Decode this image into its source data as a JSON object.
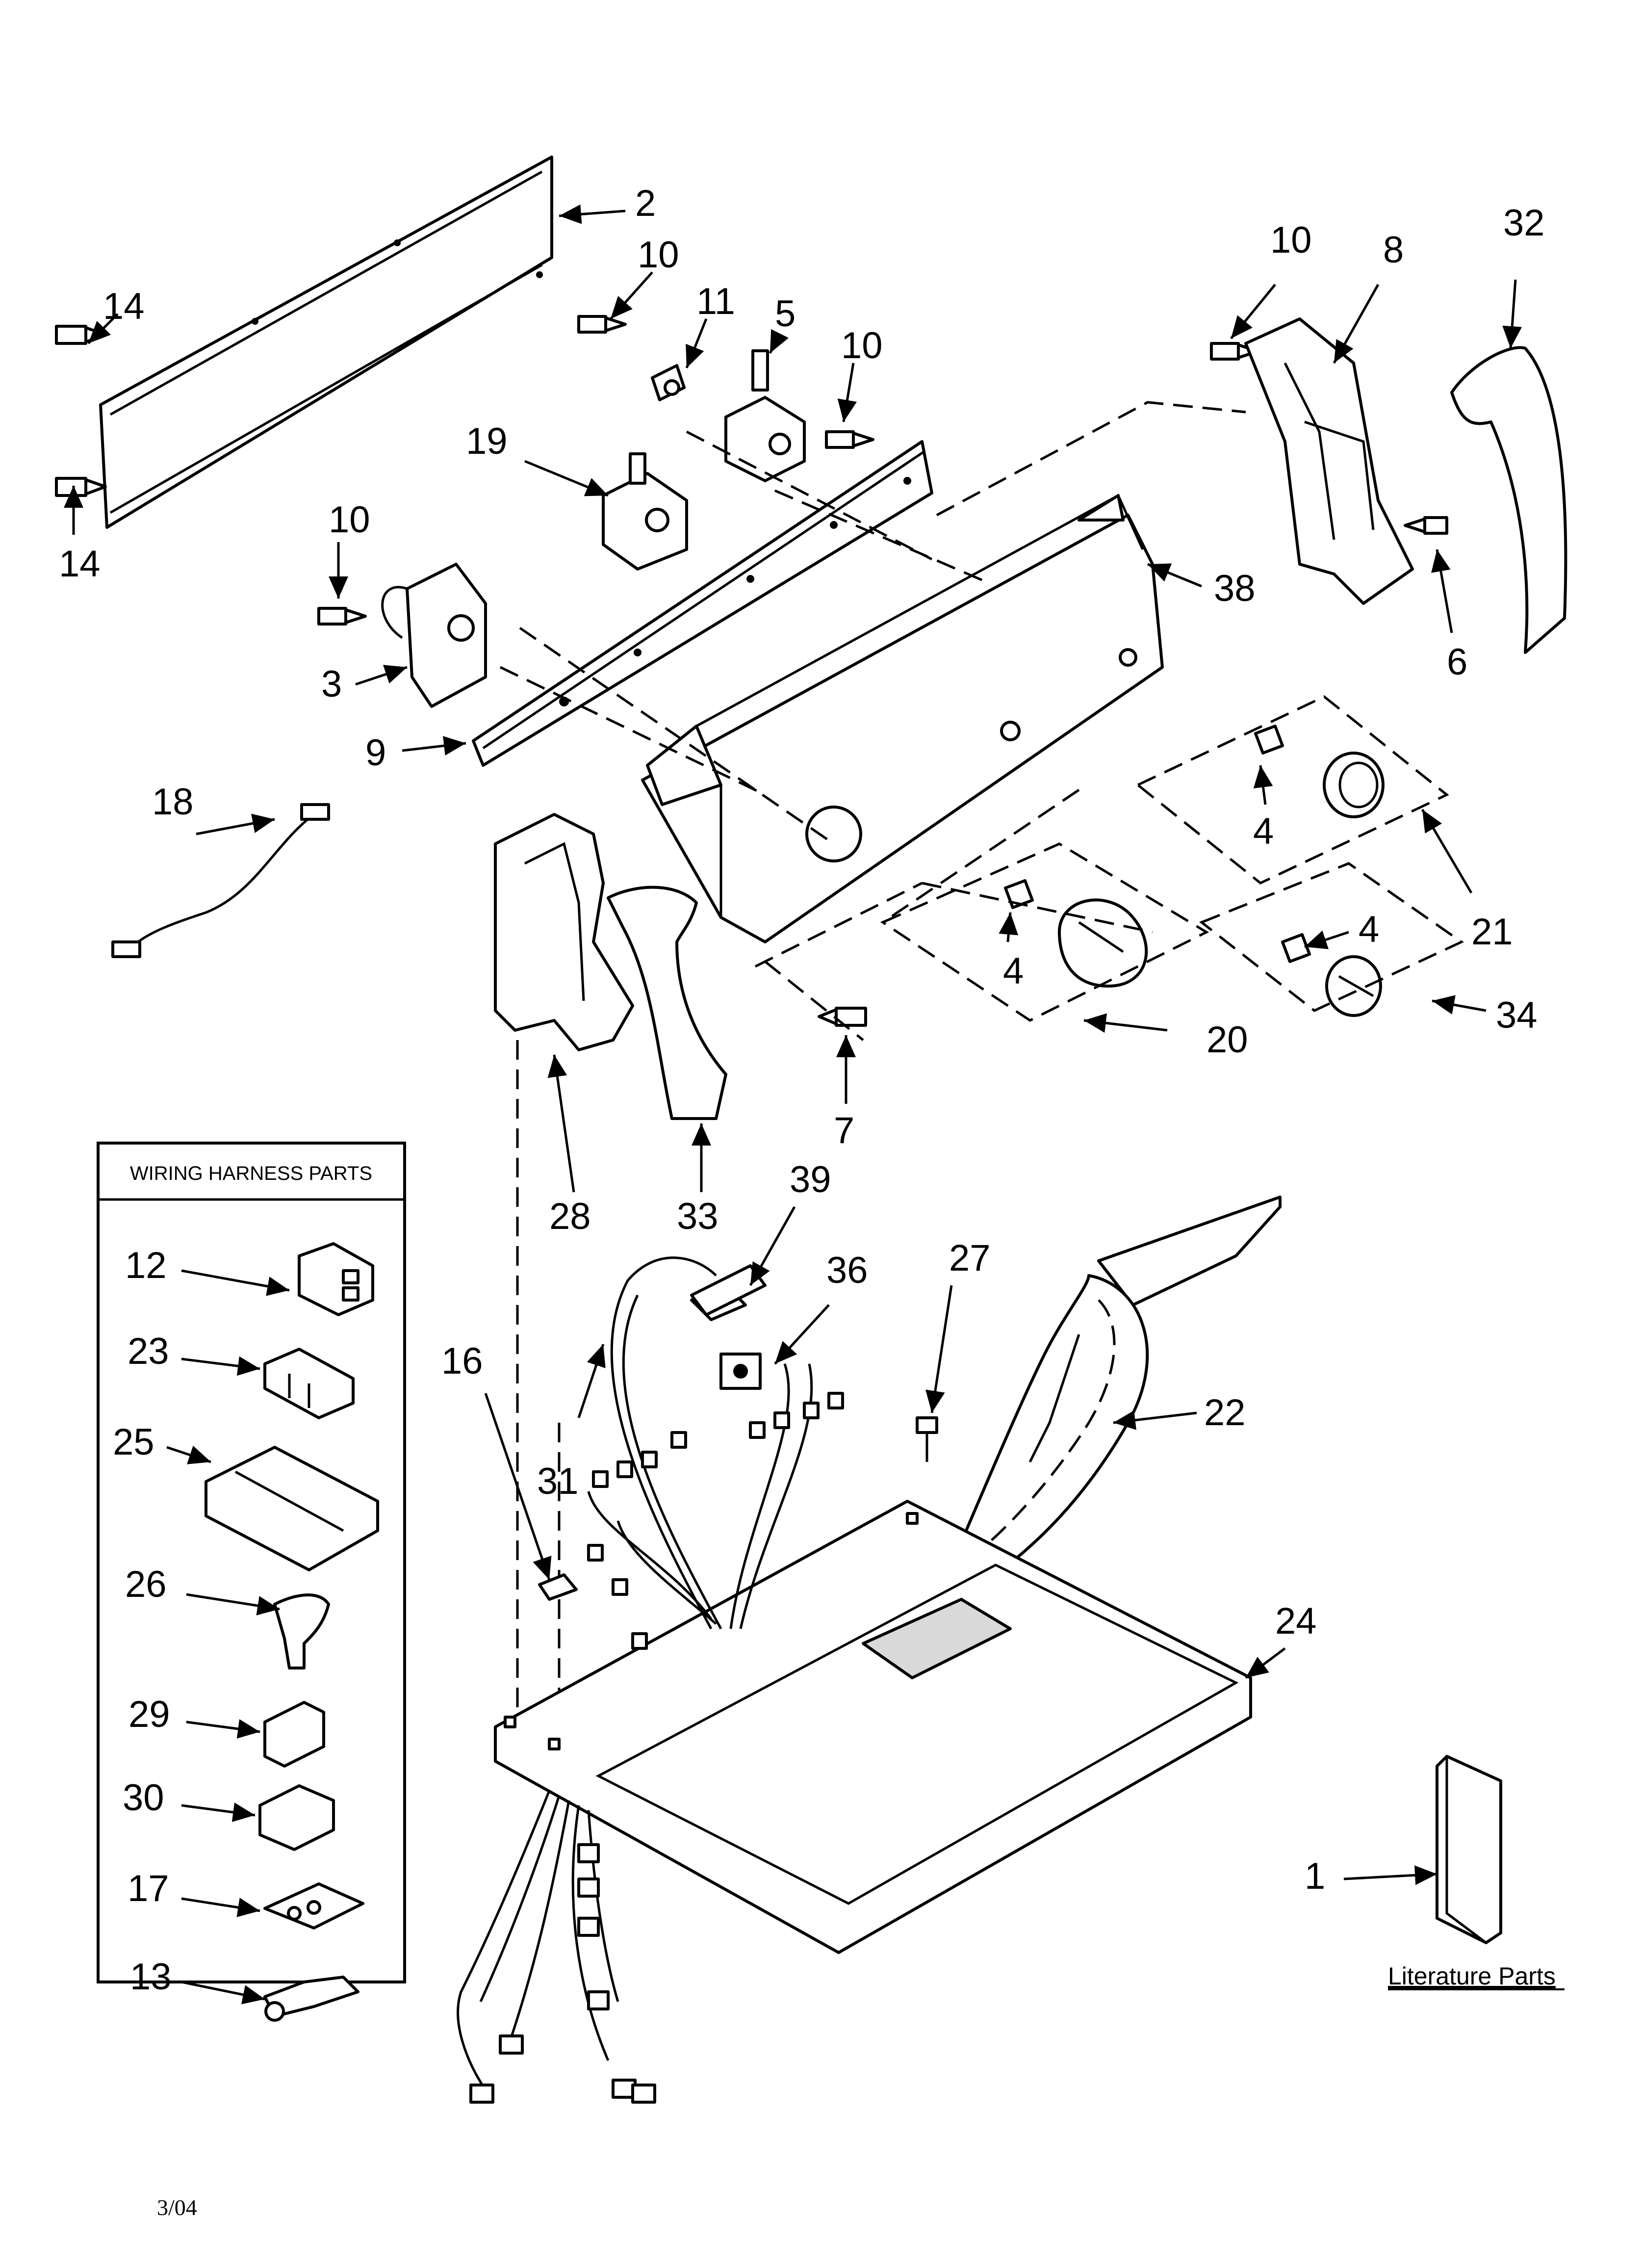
{
  "callouts": {
    "c1": "1",
    "c2": "2",
    "c3": "3",
    "c4a": "4",
    "c4b": "4",
    "c4c": "4",
    "c5": "5",
    "c6": "6",
    "c7": "7",
    "c8": "8",
    "c9": "9",
    "c10a": "10",
    "c10b": "10",
    "c10c": "10",
    "c10d": "10",
    "c11": "11",
    "c14a": "14",
    "c14b": "14",
    "c16": "16",
    "c18": "18",
    "c19": "19",
    "c20": "20",
    "c21": "21",
    "c22": "22",
    "c24": "24",
    "c27": "27",
    "c28": "28",
    "c31": "31",
    "c32": "32",
    "c33": "33",
    "c34": "34",
    "c36": "36",
    "c38": "38",
    "c39": "39"
  },
  "wiring_box": {
    "title": "WIRING HARNESS PARTS",
    "items": {
      "i12": "12",
      "i23": "23",
      "i25": "25",
      "i26": "26",
      "i29": "29",
      "i30": "30",
      "i17": "17",
      "i13": "13"
    }
  },
  "literature_label": "Literature Parts",
  "date_code": "3/04"
}
